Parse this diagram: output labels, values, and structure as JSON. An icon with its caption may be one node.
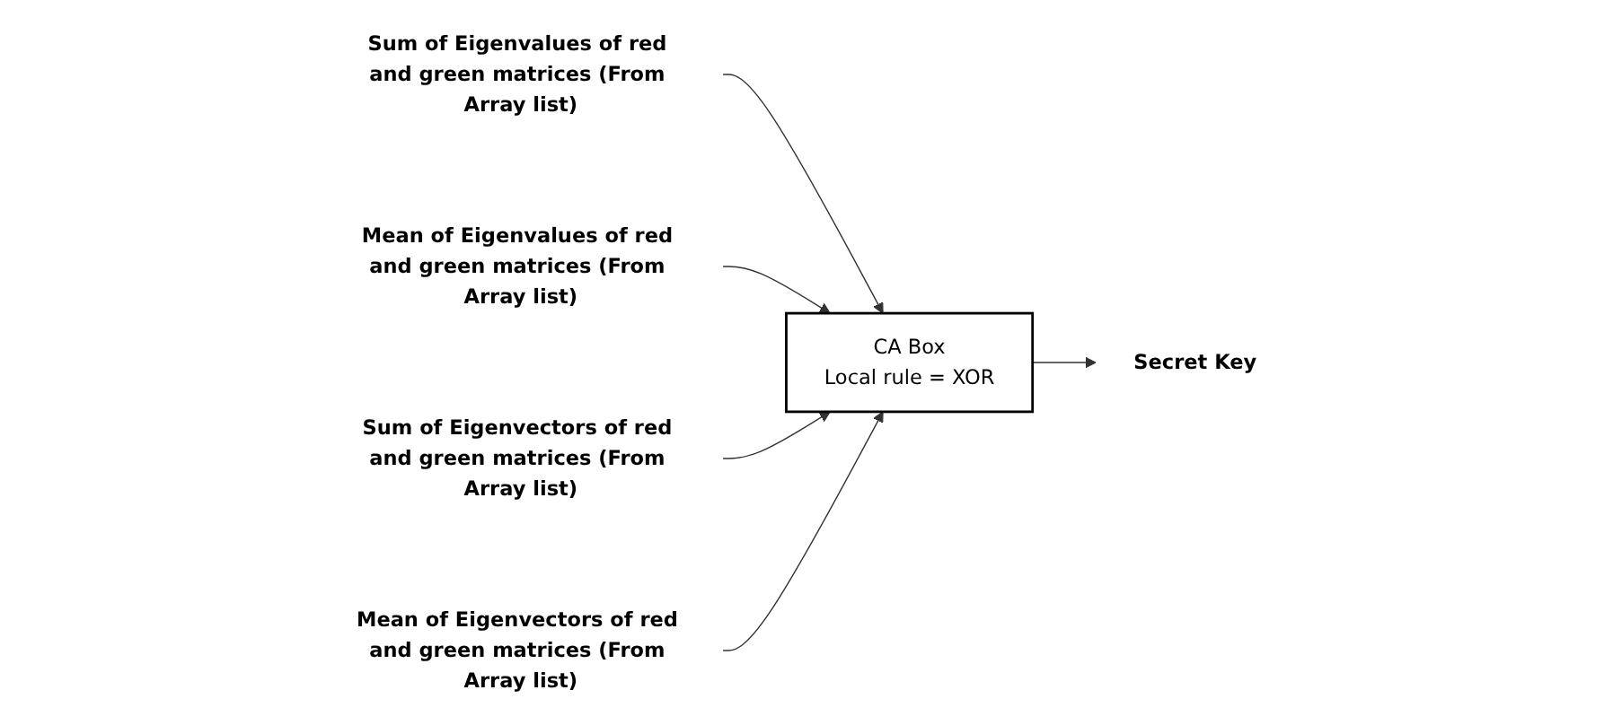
{
  "diagram": {
    "nodes": [
      {
        "text": [
          "Sum of Eigenvalues of red and green matrices (From Array list)"
        ]
      },
      {
        "text": [
          "CA Box",
          "Local rule = XOR"
        ]
      },
      {
        "text": [
          "Sum of Eigenvectors of red and green matrices (From Array list)"
        ]
      },
      {
        "text": [
          "Mean of Eigenvalues of red and green matrices (From Array list)"
        ]
      },
      {
        "text": [
          "Mean of Eigenvectors of red and green matrices (From Array list)"
        ]
      },
      {
        "text": [
          "Secret Key"
        ]
      }
    ],
    "edges": [
      {
        "from": 0,
        "to": 1,
        "arrow": "to"
      },
      {
        "from": 3,
        "to": 1,
        "arrow": "to"
      },
      {
        "from": 2,
        "to": 1,
        "arrow": "to"
      },
      {
        "from": 4,
        "to": 1,
        "arrow": "to"
      },
      {
        "from": 1,
        "to": 5,
        "arrow": "to"
      }
    ]
  }
}
